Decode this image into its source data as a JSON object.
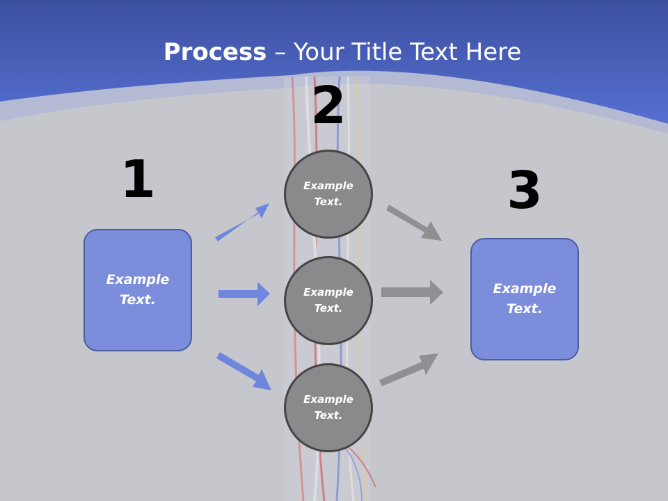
{
  "title": {
    "bold": "Process",
    "rest": " – Your Title Text Here"
  },
  "steps": [
    {
      "number": "1",
      "label": "Example\nText."
    },
    {
      "number": "2",
      "label": "Example\nText."
    },
    {
      "number": "3",
      "label": "Example\nText."
    }
  ],
  "circles": [
    {
      "label": "Example\nText."
    },
    {
      "label": "Example\nText."
    },
    {
      "label": "Example\nText."
    }
  ],
  "colors": {
    "header": "#4a63c6",
    "box": "#7b8ddb",
    "circle": "#8a8a8c",
    "arrow_blue": "#6f86dd",
    "arrow_gray": "#8f9091",
    "background": "#c6c7cc"
  }
}
